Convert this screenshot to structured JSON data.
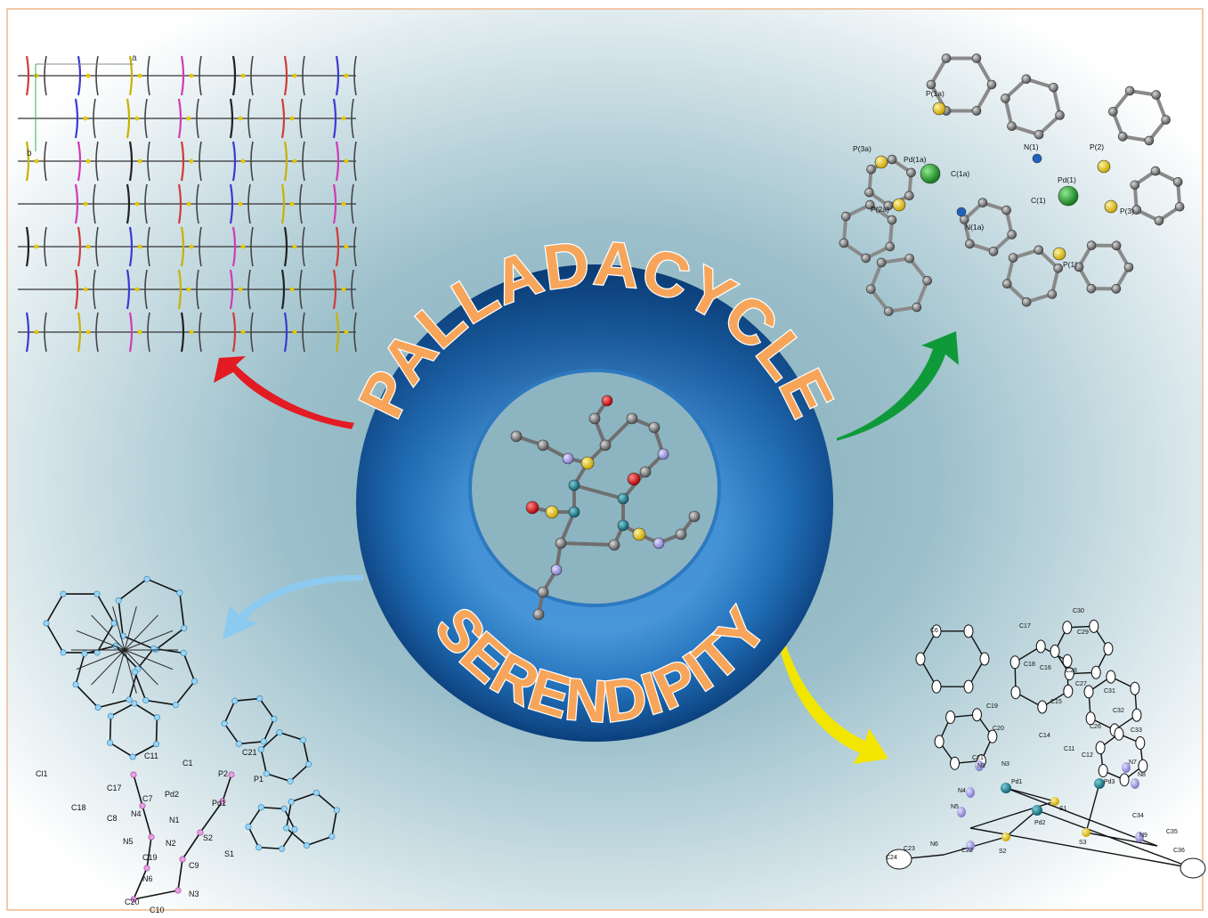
{
  "center": {
    "title_top": "PALLADACYCLE",
    "title_bottom": "SERENDIPITY"
  },
  "colors": {
    "ring_outer": "#0a3f7a",
    "ring_inner": "#3a8bd0",
    "title_fill": "#f7a55a",
    "title_stroke": "#ffffff",
    "arrow_top_left": "#e31b23",
    "arrow_top_right": "#0f9a3a",
    "arrow_bottom_left": "#8ccaf0",
    "arrow_bottom_right": "#f2e600",
    "panel_bg_center": "#8fb5c2",
    "panel_bg_edge": "#ffffff",
    "frame_border": "#f2c9a8"
  },
  "panels": {
    "top_left": {
      "axis_a": "a",
      "axis_b": "b"
    },
    "top_right": {
      "labels": [
        "P(1a)",
        "P(3a)",
        "Pd(1a)",
        "C(1a)",
        "N(1)",
        "P(2)",
        "Pd(1)",
        "C(1)",
        "P(3)",
        "P(2a)",
        "N(1a)",
        "P(1)"
      ]
    },
    "bottom_left": {
      "labels": [
        "C11",
        "C1",
        "C21",
        "P2",
        "P1",
        "Pd2",
        "Pd1",
        "C17",
        "C7",
        "C18",
        "C8",
        "N4",
        "N1",
        "N5",
        "N2",
        "S2",
        "S1",
        "C19",
        "C9",
        "N6",
        "N3",
        "C20",
        "C10",
        "Cl1"
      ]
    },
    "bottom_right": {
      "labels": [
        "C17",
        "C30",
        "C6",
        "C18",
        "C29",
        "C16",
        "C28",
        "C27",
        "C31",
        "C15",
        "C19",
        "C32",
        "C20",
        "C14",
        "C26",
        "C33",
        "C11",
        "C12",
        "C21",
        "N1",
        "N3",
        "N7",
        "N8",
        "N4",
        "Pd1",
        "Pd3",
        "N5",
        "Pd2",
        "S1",
        "C34",
        "N6",
        "S2",
        "S3",
        "N9",
        "C35",
        "C23",
        "C22",
        "C36",
        "C24"
      ]
    }
  }
}
